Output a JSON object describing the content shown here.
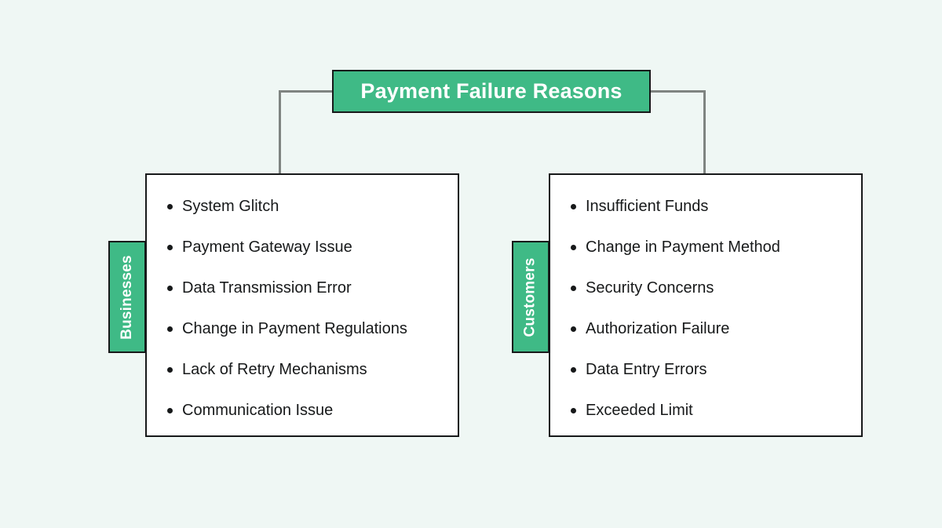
{
  "diagram": {
    "title": "Payment Failure Reasons",
    "accent_color": "#3fba86",
    "background_color": "#eff7f4",
    "border_color": "#17191a",
    "connector_color": "#7f8481",
    "title_text_color": "#ffffff",
    "body_text_color": "#17191a"
  },
  "branches": [
    {
      "tab_label": "Businesses",
      "items": [
        "System Glitch",
        "Payment Gateway Issue",
        "Data Transmission Error",
        "Change in Payment Regulations",
        "Lack of Retry Mechanisms",
        "Communication Issue"
      ]
    },
    {
      "tab_label": "Customers",
      "items": [
        "Insufficient Funds",
        "Change in Payment Method",
        "Security Concerns",
        "Authorization Failure",
        "Data Entry Errors",
        "Exceeded Limit"
      ]
    }
  ]
}
